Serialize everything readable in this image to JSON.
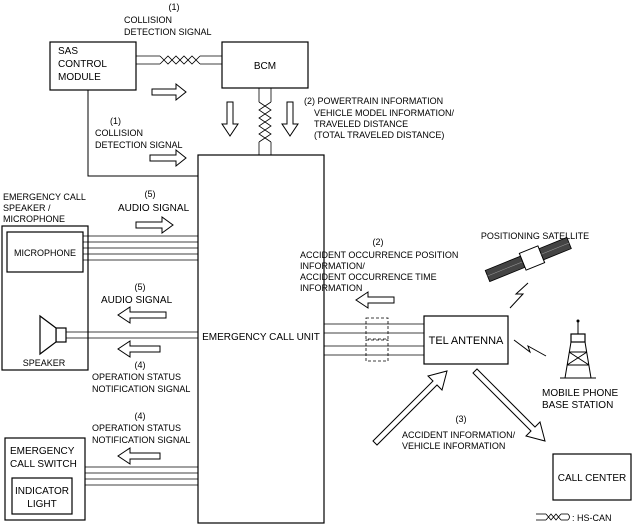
{
  "modules": {
    "sas_control_module": [
      "SAS",
      "CONTROL",
      "MODULE"
    ],
    "bcm": "BCM",
    "emergency_call_unit": "EMERGENCY CALL UNIT",
    "tel_antenna": "TEL ANTENNA",
    "call_center": "CALL CENTER",
    "microphone": "MICROPHONE",
    "speaker": "SPEAKER",
    "emergency_call_switch": [
      "EMERGENCY",
      "CALL SWITCH"
    ],
    "indicator_light": [
      "INDICATOR",
      "LIGHT"
    ],
    "positioning_satellite": "POSITIONING SATELLITE",
    "mobile_phone_base_station": [
      "MOBILE PHONE",
      "BASE STATION"
    ],
    "speaker_microphone_group": [
      "EMERGENCY CALL",
      "SPEAKER /",
      "MICROPHONE"
    ]
  },
  "signals": {
    "collision_top": [
      "(1)",
      "COLLISION",
      "DETECTION SIGNAL"
    ],
    "collision_left": [
      "(1)",
      "COLLISION",
      "DETECTION SIGNAL"
    ],
    "powertrain": [
      "(2) POWERTRAIN INFORMATION",
      "VEHICLE MODEL INFORMATION/",
      "TRAVELED DISTANCE",
      "(TOTAL TRAVELED DISTANCE)"
    ],
    "audio_in": [
      "(5)",
      "AUDIO SIGNAL"
    ],
    "audio_out": [
      "(5)",
      "AUDIO SIGNAL"
    ],
    "operation_status_1": [
      "(4)",
      "OPERATION STATUS",
      "NOTIFICATION SIGNAL"
    ],
    "operation_status_2": [
      "(4)",
      "OPERATION STATUS",
      "NOTIFICATION SIGNAL"
    ],
    "accident_occurrence": [
      "(2)",
      "ACCIDENT OCCURRENCE POSITION",
      "INFORMATION/",
      "ACCIDENT OCCURRENCE TIME",
      "INFORMATION"
    ],
    "accident_vehicle_info": [
      "(3)",
      "ACCIDENT INFORMATION/",
      "VEHICLE INFORMATION"
    ]
  },
  "legend": {
    "label": ": HS-CAN"
  }
}
